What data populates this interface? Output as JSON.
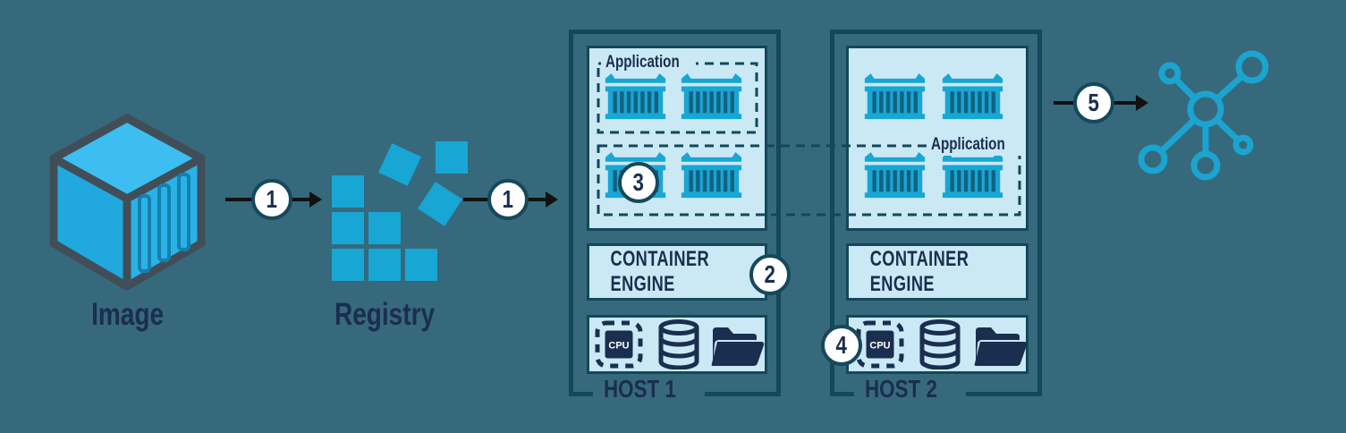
{
  "image_node": {
    "label": "Image"
  },
  "registry_node": {
    "label": "Registry"
  },
  "badges": {
    "step1a": "1",
    "step1b": "1",
    "step2": "2",
    "step3": "3",
    "step4": "4",
    "step5": "5"
  },
  "hosts": [
    {
      "name": "HOST 1",
      "application_label": "Application",
      "engine_label": "CONTAINER ENGINE",
      "cpu_label": "CPU"
    },
    {
      "name": "HOST 2",
      "application_label": "Application",
      "engine_label": "CONTAINER ENGINE",
      "cpu_label": "CPU"
    }
  ],
  "colors": {
    "background": "#36697C",
    "panel": "#CAE9F5",
    "border": "#12485A",
    "container_cyan": "#18A6D4",
    "container_stripe": "#136180",
    "navy": "#1B2E4F",
    "badge_ring": "#16485C",
    "arrow_black": "#111111",
    "network_cyan": "#1BA4D0",
    "cube_fill": "#29B2E8",
    "cube_outline": "#414E58"
  }
}
